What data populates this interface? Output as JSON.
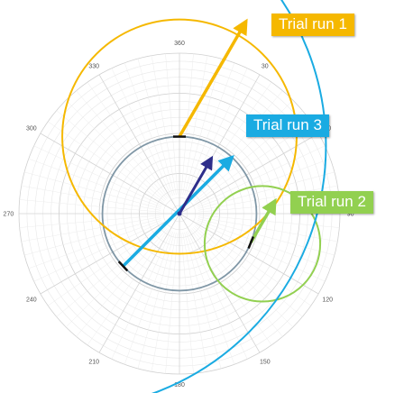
{
  "chart_data": {
    "type": "polar",
    "title": "",
    "angle_unit": "degrees",
    "angle_labels": [
      "360",
      "30",
      "60",
      "90",
      "120",
      "150",
      "180",
      "210",
      "240",
      "270",
      "300",
      "330"
    ],
    "grid": true,
    "radial_max": 1.0,
    "reference_circle": {
      "radius": 0.48
    },
    "mean_vector": {
      "angle": 30,
      "length": 0.4
    },
    "series": [
      {
        "name": "Trial run 1",
        "color": "#F5B800",
        "center_angle": 0,
        "center_radius": 0.48,
        "circle_radius": 0.73,
        "vector_angle": 30,
        "vector_length": 0.83,
        "anchor": "circle-top"
      },
      {
        "name": "Trial run 2",
        "color": "#92D050",
        "center_angle": 110,
        "center_radius": 0.55,
        "circle_radius": 0.36,
        "vector_angle": 30,
        "vector_length": 0.3,
        "anchor": "circle-right"
      },
      {
        "name": "Trial run 3",
        "color": "#1AABE2",
        "center_angle": 300,
        "center_radius": 0.84,
        "circle_radius": 1.64,
        "vector_angle": 45,
        "vector_length": 0.96,
        "anchor": "circle-lower-left"
      }
    ]
  }
}
